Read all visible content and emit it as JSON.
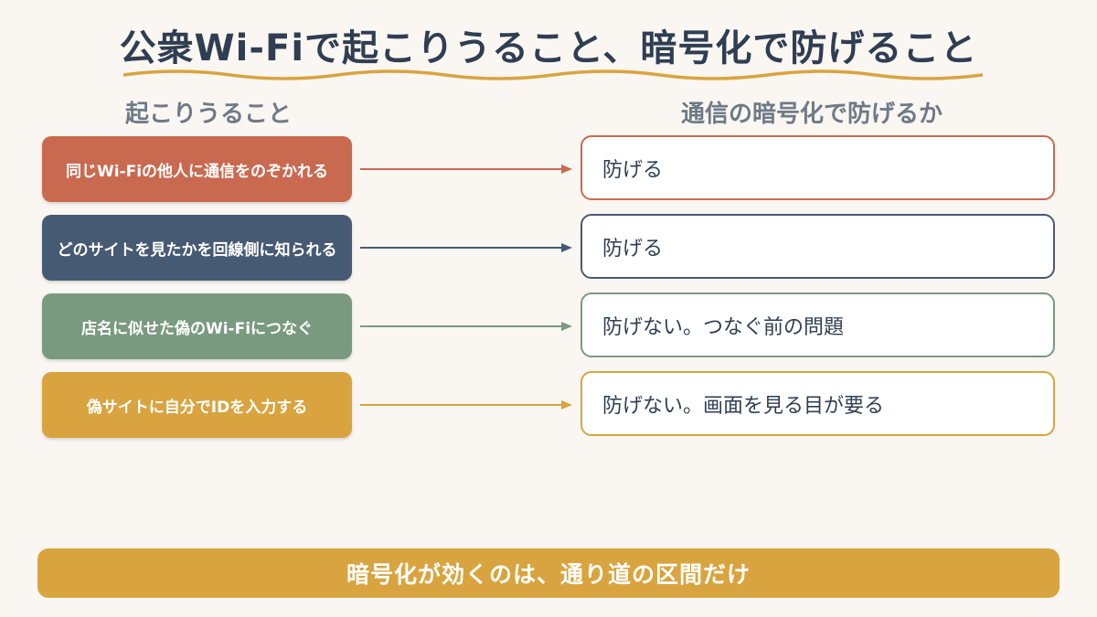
{
  "title": "公衆Wi-Fiで起こりうること、暗号化で防げること",
  "columns": {
    "left_header": "起こりうること",
    "right_header": "通信の暗号化で防げるか"
  },
  "rows": [
    {
      "cause": "同じWi-Fiの他人に通信をのぞかれる",
      "result": "防げる",
      "color": "#c96a50"
    },
    {
      "cause": "どのサイトを見たかを回線側に知られる",
      "result": "防げる",
      "color": "#475a73"
    },
    {
      "cause": "店名に似せた偽のWi-Fiにつなぐ",
      "result": "防げない。つなぐ前の問題",
      "color": "#7a9a80"
    },
    {
      "cause": "偽サイトに自分でIDを入力する",
      "result": "防げない。画面を見る目が要る",
      "color": "#d9a43f"
    }
  ],
  "footer": {
    "text": "暗号化が効くのは、通り道の区間だけ",
    "color": "#d9a43f"
  },
  "accent_color": "#d9a43f"
}
